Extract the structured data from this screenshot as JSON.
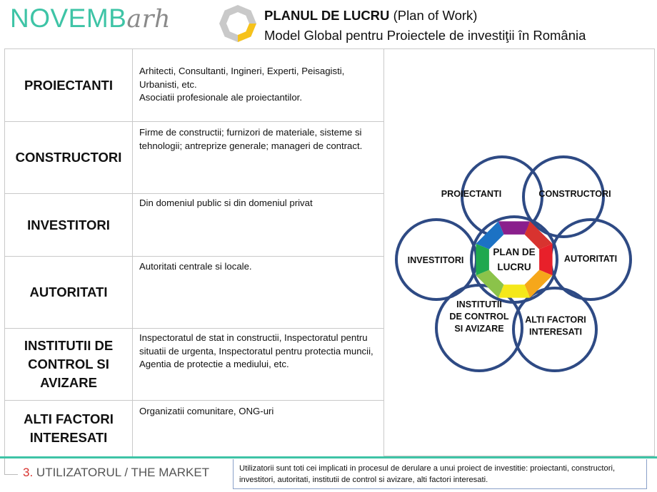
{
  "header": {
    "logo_main": "NOVEMB",
    "logo_script": "arh",
    "title_bold": "PLANUL DE LUCRU",
    "title_rest": "(Plan of Work)",
    "subtitle": "Model Global pentru Proiectele de investiţii în România"
  },
  "roles": [
    {
      "name": "PROIECTANTI",
      "desc": "Arhitecti, Consultanti, Ingineri, Experti, Peisagisti, Urbanisti, etc.\nAsociatii profesionale ale proiectantilor."
    },
    {
      "name": "CONSTRUCTORI",
      "desc": "Firme de constructii; furnizori de materiale, sisteme si tehnologii; antreprize generale; manageri de contract."
    },
    {
      "name": "INVESTITORI",
      "desc": "Din domeniul public si din domeniul privat"
    },
    {
      "name": "AUTORITATI",
      "desc": "Autoritati centrale si locale."
    },
    {
      "name": "INSTITUTII DE CONTROL SI AVIZARE",
      "desc": "Inspectoratul de stat in constructii, Inspectoratul pentru situatii de urgenta, Inspectoratul pentru protectia muncii, Agentia de protectie a mediului, etc."
    },
    {
      "name": "ALTI FACTORI INTERESATI",
      "desc": "Organizatii comunitare, ONG-uri"
    }
  ],
  "diagram": {
    "center_line1": "PLAN DE",
    "center_line2": "LUCRU",
    "circles": [
      {
        "lines": [
          "PROIECTANTI"
        ]
      },
      {
        "lines": [
          "CONSTRUCTORI"
        ]
      },
      {
        "lines": [
          "INVESTITORI"
        ]
      },
      {
        "lines": [
          "AUTORITATI"
        ]
      },
      {
        "lines": [
          "INSTITUTII",
          "DE CONTROL",
          "SI AVIZARE"
        ]
      },
      {
        "lines": [
          "ALTI FACTORI",
          "INTERESATI"
        ]
      }
    ],
    "ring_color": "#2e4a84",
    "wheel_colors": [
      "#8a1f8c",
      "#d8332f",
      "#e8202a",
      "#f6a71b",
      "#f5e81a",
      "#8bc34a",
      "#1fa84e",
      "#1c72c4"
    ]
  },
  "footer": {
    "section_number": "3.",
    "section_title": "UTILIZATORUL / THE MARKET",
    "note": "Utilizatorii sunt toti cei implicati in procesul de derulare a unui proiect de investitie: proiectanti, constructori, investitori, autoritati, institutii de control si avizare, alti factori interesati."
  },
  "colors": {
    "accent": "#3ec4a6",
    "footer_number": "#d8332f"
  }
}
